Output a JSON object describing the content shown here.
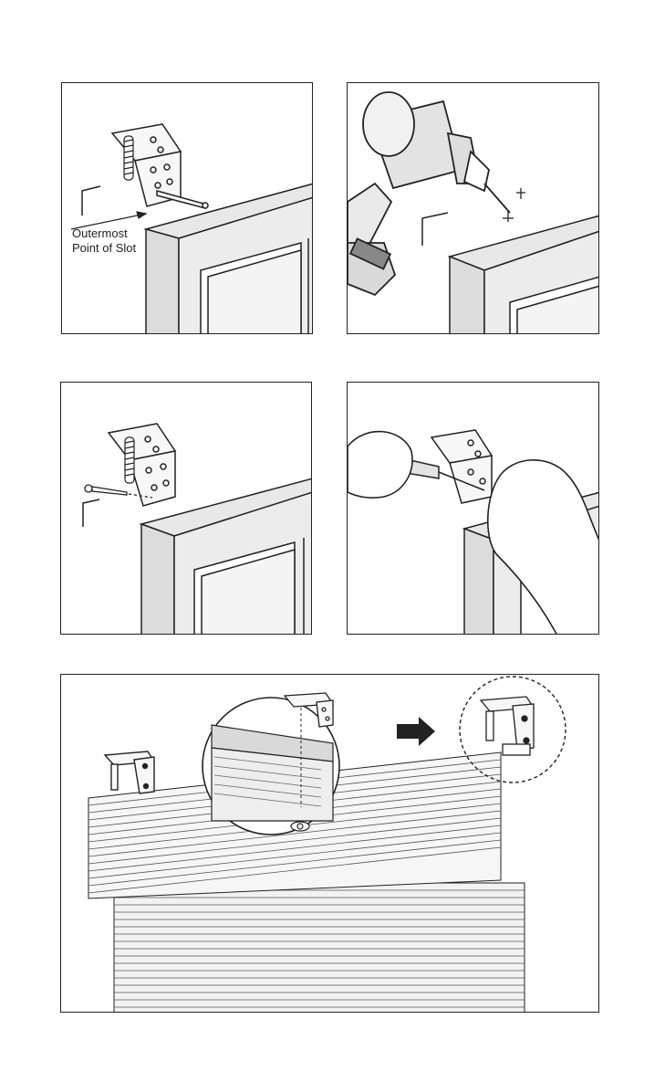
{
  "steps": [
    {
      "id": 1,
      "callout_line1": "Outermost",
      "callout_line2": "Point of Slot"
    },
    {
      "id": 2
    },
    {
      "id": 3
    },
    {
      "id": 4
    },
    {
      "id": 5
    }
  ],
  "colors": {
    "line": "#222222",
    "frame_fill": "#ececec",
    "frame_shade": "#d8d8d8",
    "metal": "#f4f4f4",
    "arrow": "#222222"
  },
  "icons": [
    "mounting-bracket-icon",
    "screw-icon",
    "drill-icon",
    "screwdriver-icon",
    "hand-icon",
    "wing-nut-icon",
    "arrow-right-icon"
  ]
}
